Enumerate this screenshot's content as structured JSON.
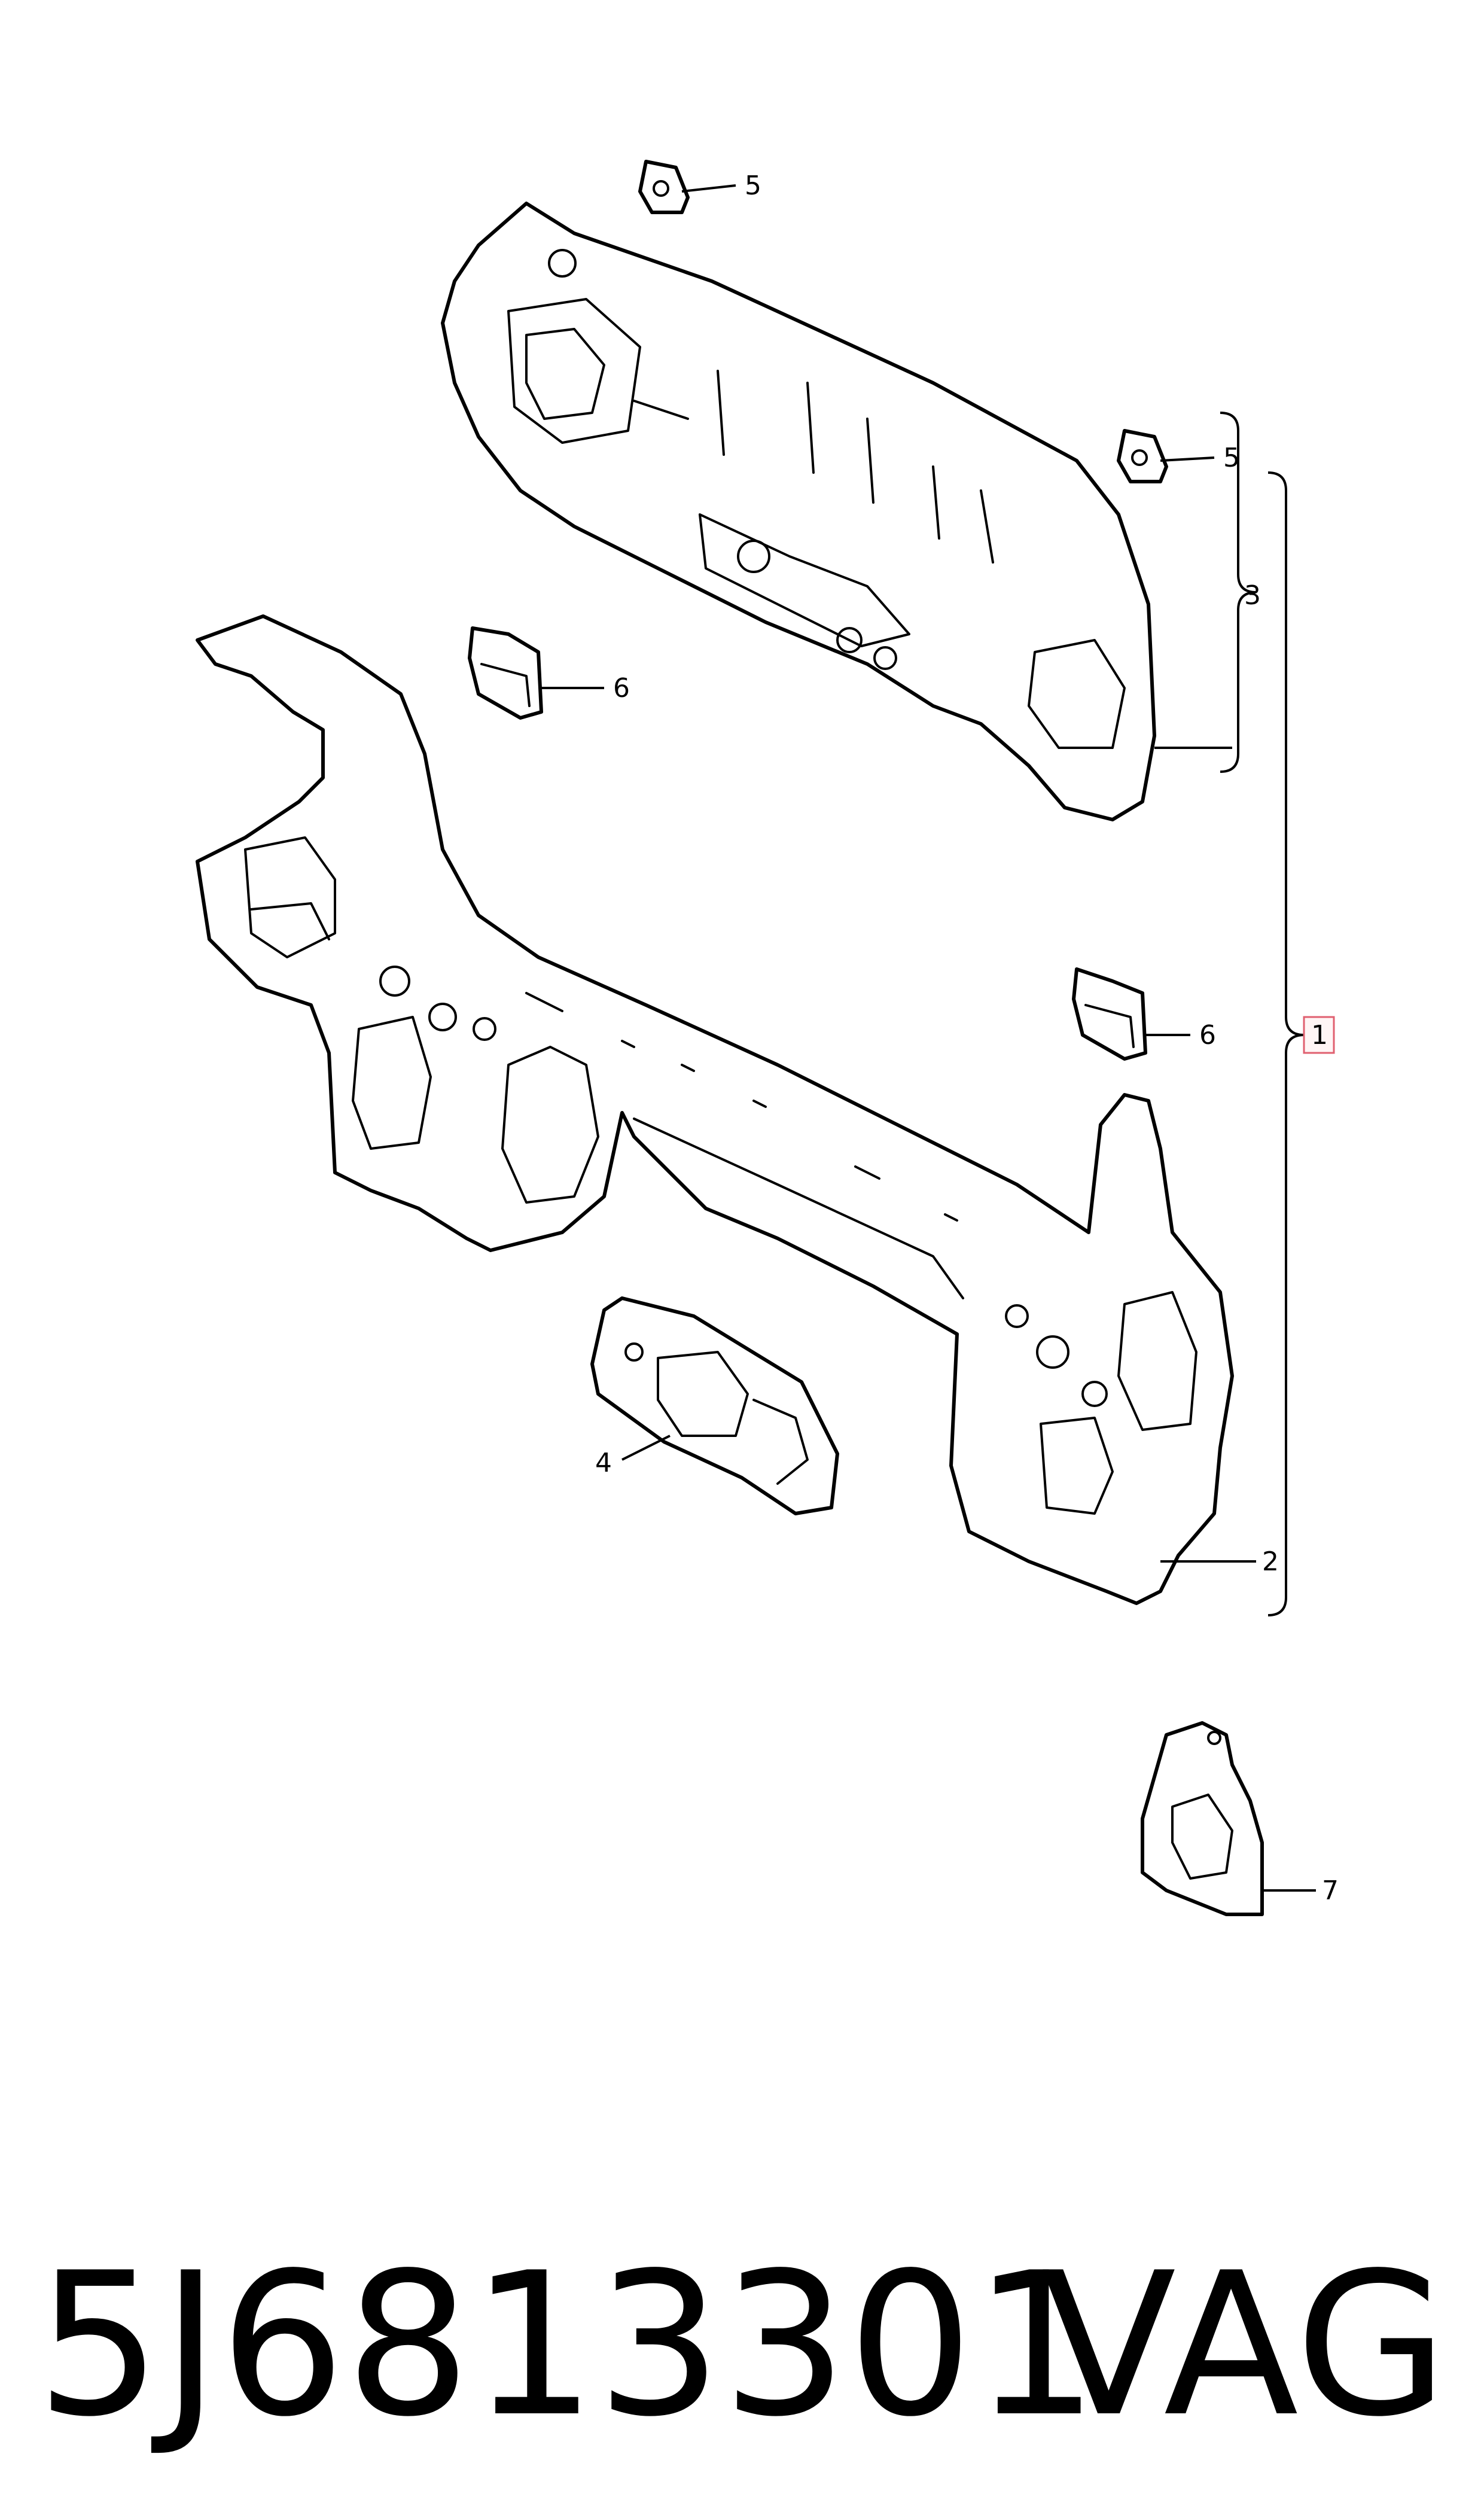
{
  "callouts": {
    "c1": "1",
    "c2": "2",
    "c3": "3",
    "c4": "4",
    "c5a": "5",
    "c5b": "5",
    "c6a": "6",
    "c6b": "6",
    "c7": "7"
  },
  "highlight_color": "#e06070",
  "footer": {
    "part_number": "5J6813301",
    "brand": "VAG"
  }
}
